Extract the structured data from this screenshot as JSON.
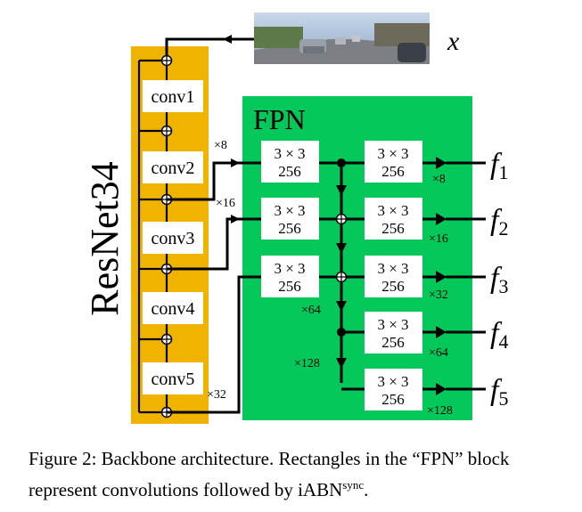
{
  "input": {
    "label": "x"
  },
  "backbone": {
    "title": "ResNet34",
    "blocks": [
      "conv1",
      "conv2",
      "conv3",
      "conv4",
      "conv5"
    ],
    "taps": [
      "×8",
      "×16",
      "×32"
    ]
  },
  "fpn": {
    "title": "FPN",
    "conv_label_line1": "3 × 3",
    "conv_label_line2": "256",
    "downsample_labels": [
      "×64",
      "×128"
    ],
    "upsample_labels": [
      "×8",
      "×16",
      "×32",
      "×64",
      "×128"
    ]
  },
  "outputs": [
    {
      "base": "f",
      "sub": "1"
    },
    {
      "base": "f",
      "sub": "2"
    },
    {
      "base": "f",
      "sub": "3"
    },
    {
      "base": "f",
      "sub": "4"
    },
    {
      "base": "f",
      "sub": "5"
    }
  ],
  "caption": {
    "text": "Figure 2: Backbone architecture. Rectangles in the “FPN” block represent convolutions followed by iABN",
    "sup": "sync",
    "end": "."
  },
  "colors": {
    "resnet": "#f0b400",
    "fpn": "#05c85a",
    "photo_sky": "#9fb7d6",
    "photo_road": "#7c7f84"
  }
}
